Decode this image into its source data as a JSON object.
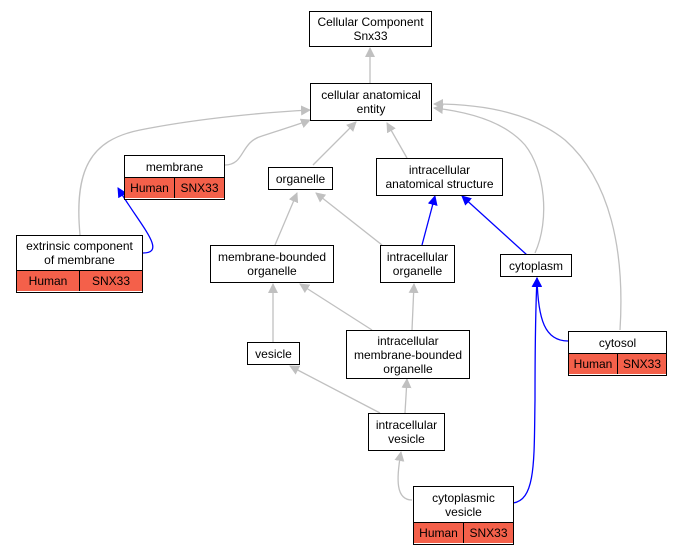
{
  "colors": {
    "edge_gray": "#c0c0c0",
    "edge_blue": "#0000ff",
    "annotation_fill": "#f4604a"
  },
  "nodes": {
    "root": "Cellular Component\nSnx33",
    "cellular_anatomical_entity": "cellular anatomical\nentity",
    "membrane": "membrane",
    "organelle": "organelle",
    "intracellular_anatomical_structure": "intracellular\nanatomical structure",
    "extrinsic_component_of_membrane": "extrinsic component\nof membrane",
    "membrane_bounded_organelle": "membrane-bounded\norganelle",
    "intracellular_organelle": "intracellular\norganelle",
    "cytoplasm": "cytoplasm",
    "vesicle": "vesicle",
    "intracellular_membrane_bounded_organelle": "intracellular\nmembrane-bounded\norganelle",
    "cytosol": "cytosol",
    "intracellular_vesicle": "intracellular\nvesicle",
    "cytoplasmic_vesicle": "cytoplasmic\nvesicle"
  },
  "annotations": {
    "membrane": {
      "species": "Human",
      "gene": "SNX33"
    },
    "extrinsic_component_of_membrane": {
      "species": "Human",
      "gene": "SNX33"
    },
    "cytosol": {
      "species": "Human",
      "gene": "SNX33"
    },
    "cytoplasmic_vesicle": {
      "species": "Human",
      "gene": "SNX33"
    }
  }
}
